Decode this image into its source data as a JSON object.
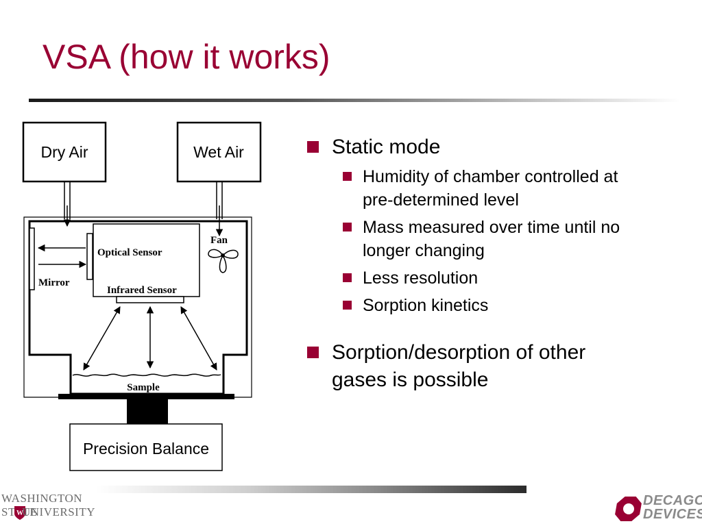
{
  "slide": {
    "title": "VSA (how it works)"
  },
  "diagram": {
    "dry_air": "Dry Air",
    "wet_air": "Wet Air",
    "fan": "Fan",
    "optical_sensor": "Optical Sensor",
    "mirror": "Mirror",
    "infrared_sensor": "Infrared Sensor",
    "sample": "Sample",
    "precision_balance": "Precision Balance"
  },
  "bullets": {
    "static_mode": "Static mode",
    "sub": [
      "Humidity of chamber controlled at",
      "pre-determined level",
      "Mass measured over time until no",
      "longer changing",
      "Less resolution",
      "Sorption kinetics"
    ],
    "sorption_line1": "Sorption/desorption of other",
    "sorption_line2": "gases is possible"
  },
  "footer": {
    "wsu_line1": "WASHINGTON STATE",
    "wsu_line2": "UNIVERSITY",
    "decagon_line1": "DECAGON",
    "decagon_line2": "DEVICES",
    "brand_color": "#990033"
  }
}
